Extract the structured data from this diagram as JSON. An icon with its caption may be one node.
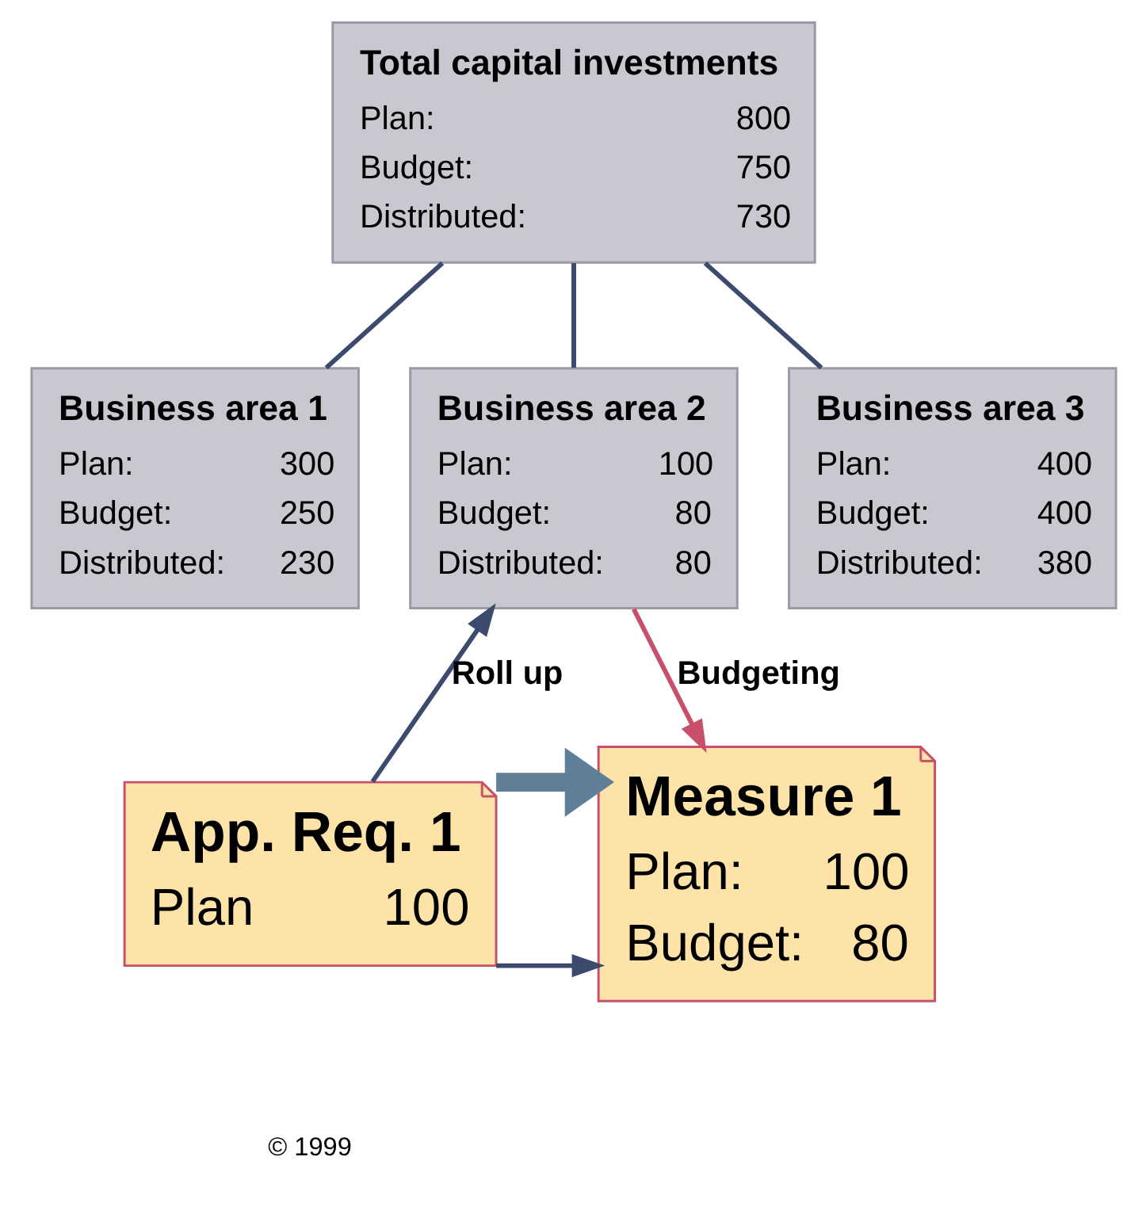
{
  "diagram": {
    "nodes": [
      {
        "text": [
          "Total capital investments",
          "Plan:",
          "800",
          "Budget:",
          "750",
          "Distributed:",
          "730"
        ]
      },
      {
        "text": [
          "Business area 1",
          "Plan:",
          "300",
          "Budget:",
          "250",
          "Distributed:",
          "230"
        ]
      },
      {
        "text": [
          "Business area 2",
          "Plan:",
          "100",
          "Budget:",
          "80",
          "Distributed:",
          "80"
        ]
      },
      {
        "text": [
          "Business area 3",
          "Plan:",
          "400",
          "Budget:",
          "400",
          "Distributed:",
          "380"
        ]
      },
      {
        "text": [
          "App. Req. 1",
          "Plan",
          "100"
        ]
      },
      {
        "text": [
          "Measure 1",
          "Plan:",
          "100",
          "Budget:",
          "80"
        ]
      }
    ],
    "edges": [
      {
        "from": 0,
        "to": 1,
        "arrow": "none"
      },
      {
        "from": 0,
        "to": 2,
        "arrow": "none"
      },
      {
        "from": 0,
        "to": 3,
        "arrow": "none"
      },
      {
        "from": 4,
        "to": 2,
        "arrow": "to",
        "label": "Roll up"
      },
      {
        "from": 2,
        "to": 5,
        "arrow": "to",
        "label": "Budgeting",
        "color": "#c8506a"
      },
      {
        "from": 4,
        "to": 5,
        "arrow": "to"
      },
      {
        "from": 4,
        "to": 5,
        "arrow": "to",
        "style": "thick",
        "color": "#5f7f99"
      }
    ],
    "labels": [
      "© 1999"
    ]
  }
}
